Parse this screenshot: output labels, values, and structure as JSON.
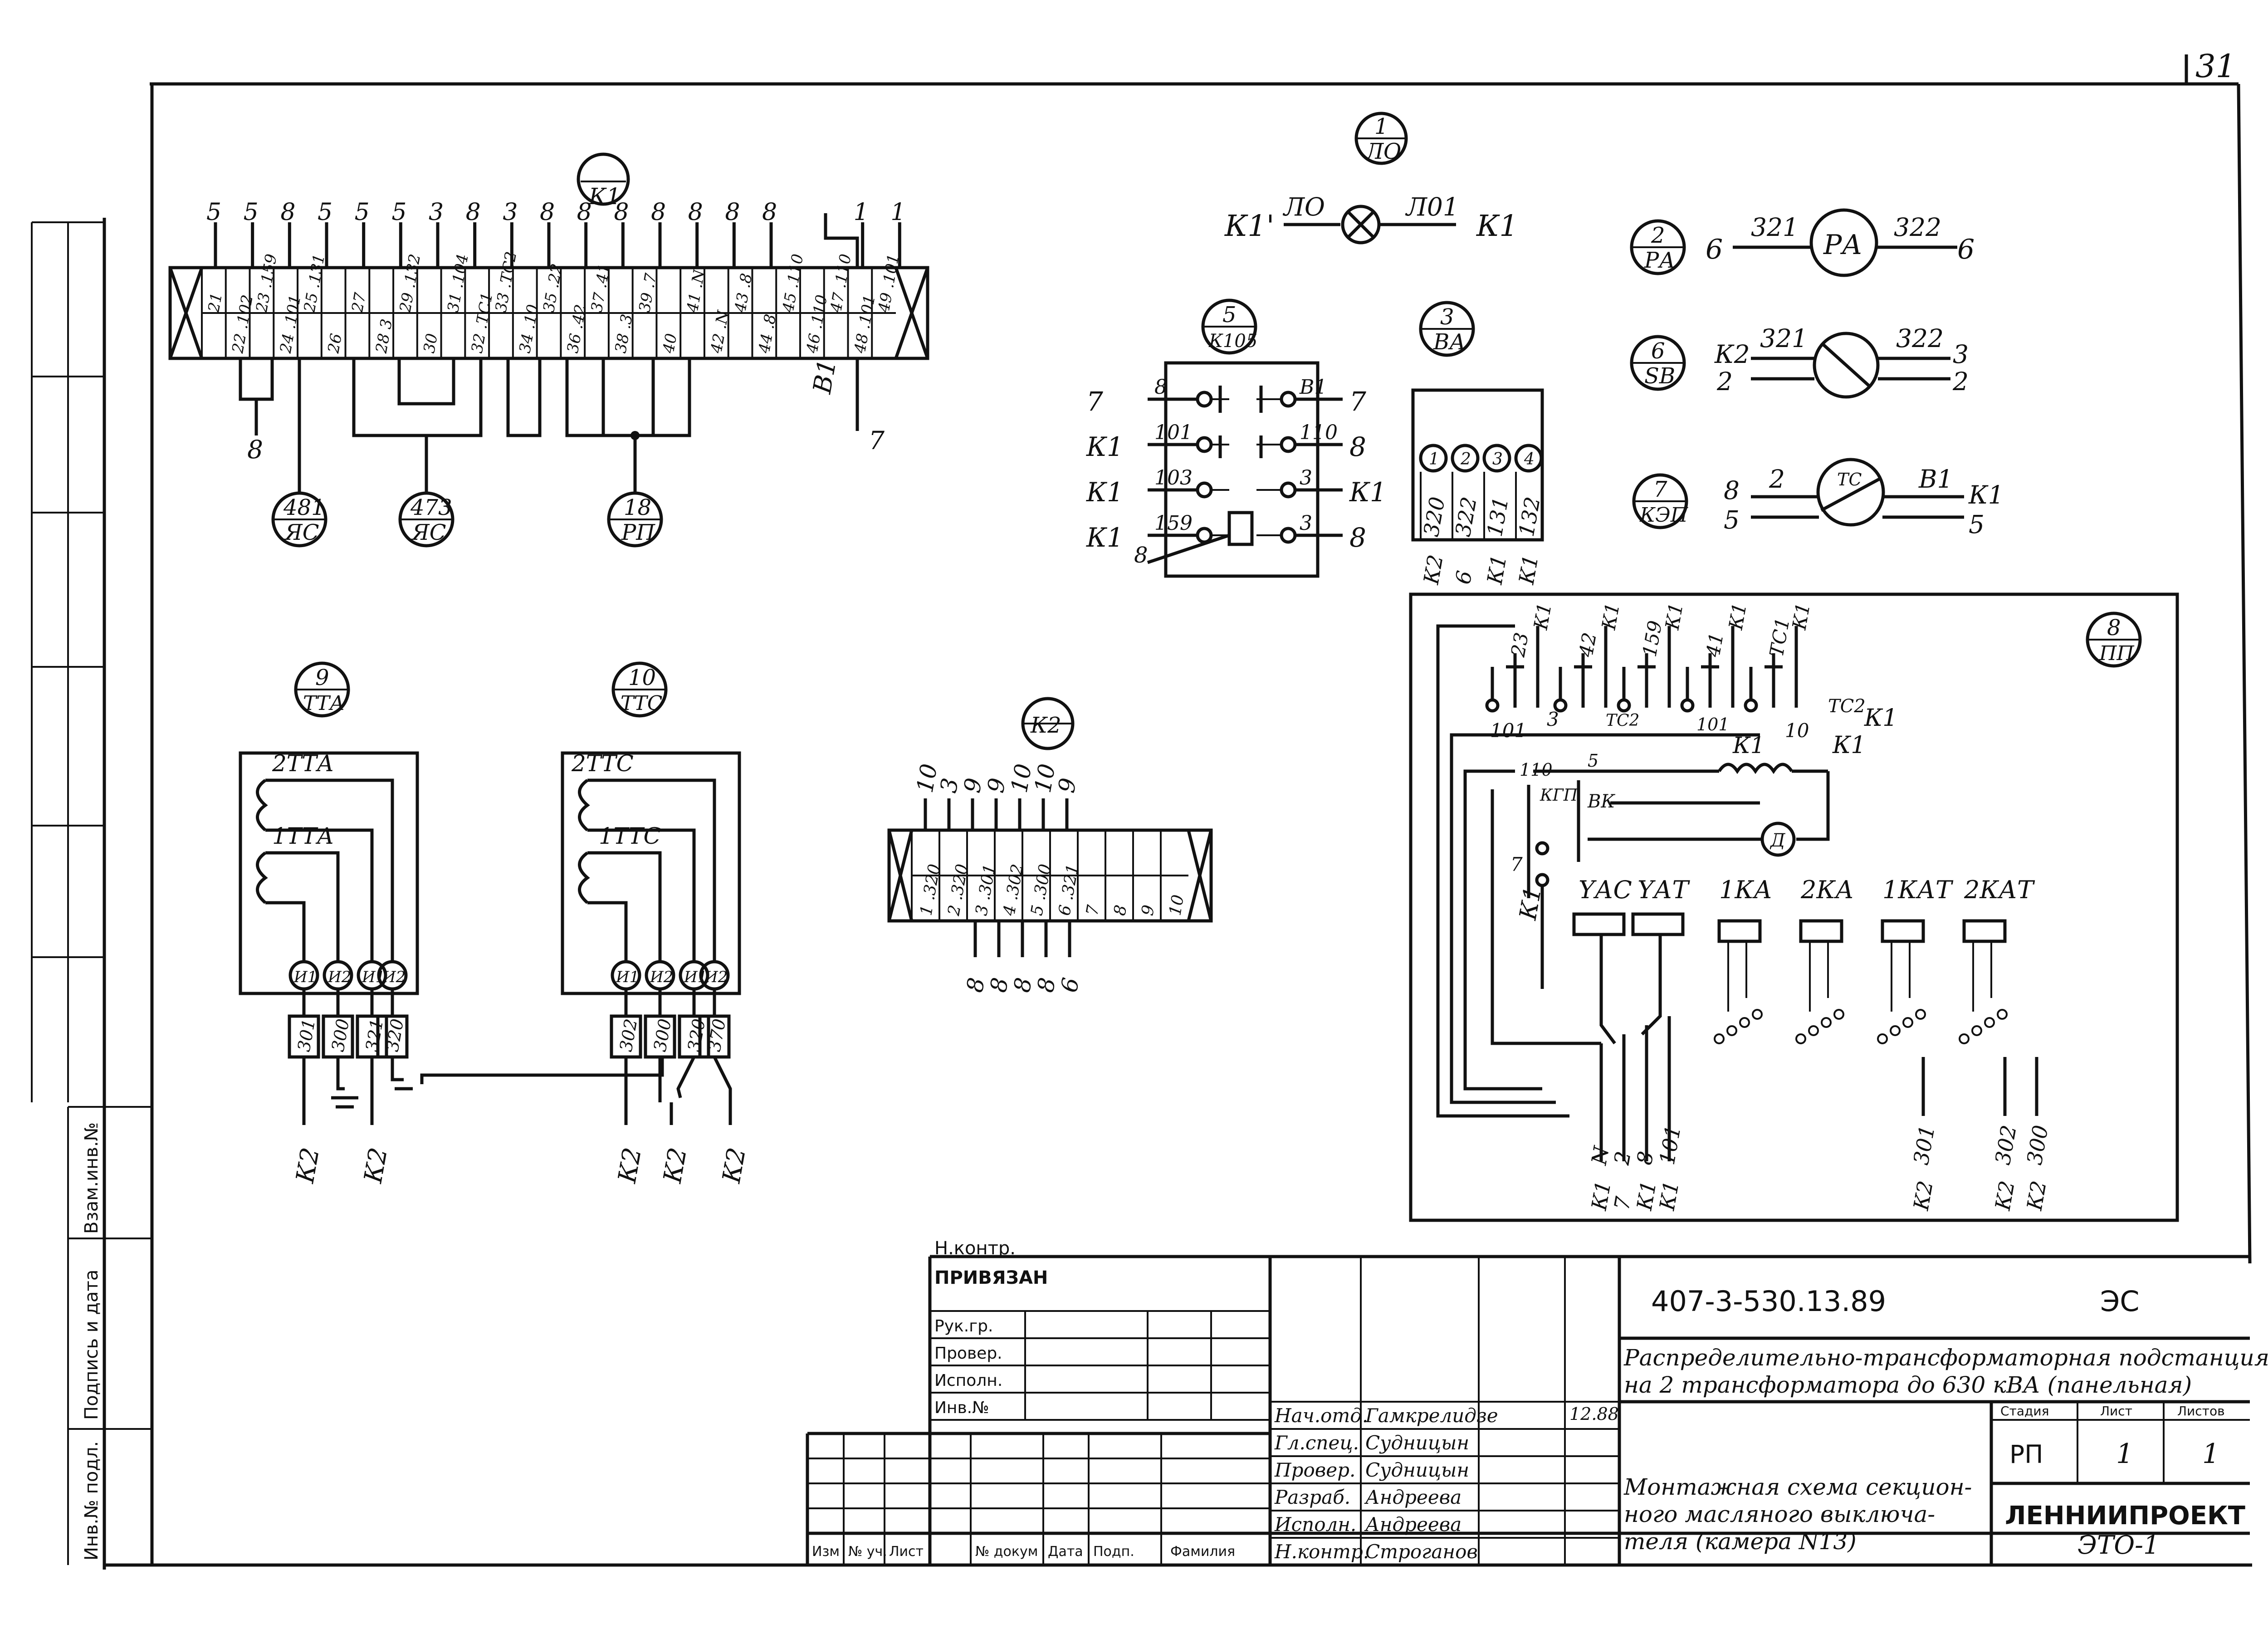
{
  "sheet": {
    "page_number": "31",
    "side_labels": [
      "Взам.инв.№",
      "Подпись и дата",
      "Инв.№ подл."
    ]
  },
  "k1": {
    "tag": "К1",
    "top": [
      "5",
      "5",
      "8",
      "5",
      "5",
      "5",
      "3",
      "8",
      "3",
      "8",
      "8",
      "8",
      "8",
      "8",
      "8",
      "8",
      "1",
      "1"
    ],
    "cells": [
      "21",
      "22 .102",
      "23 .159",
      "24 .101",
      "25 .131",
      "26",
      "27",
      "28 3",
      "29 .132",
      "30",
      "31 .104",
      "32 .ТС1",
      "33 .ТС2",
      "34 .10",
      "35 .22",
      "36 .42",
      "37 .41",
      "38 .3",
      "39 .7",
      "40",
      "41 .N",
      "42 .N",
      "43 .8",
      "44 .8",
      "45 .110",
      "46 .110",
      "47 .110",
      "48 .101",
      "49 .101"
    ],
    "left_lbl": "8",
    "b1_lbl": "В1",
    "b1_num": "7"
  },
  "bubbles": {
    "ys481": {
      "num": "481",
      "sub": "ЯС"
    },
    "ys473": {
      "num": "473",
      "sub": "ЯС"
    },
    "rp18": {
      "num": "18",
      "sub": "РП"
    },
    "lo1": {
      "num": "1",
      "sub": "ЛО"
    },
    "k105": {
      "num": "5",
      "sub": "К105"
    },
    "va3": {
      "num": "3",
      "sub": "ВА"
    },
    "pa2": {
      "num": "2",
      "sub": "РА"
    },
    "sb6": {
      "num": "6",
      "sub": "SB"
    },
    "kep7": {
      "num": "7",
      "sub": "КЭП"
    },
    "pp8": {
      "num": "8",
      "sub": "ПП"
    },
    "tta9": {
      "num": "9",
      "sub": "ТТА"
    },
    "ttc10": {
      "num": "10",
      "sub": "ТТС"
    },
    "k2": {
      "num": "",
      "sub": "К2"
    }
  },
  "lamp": {
    "left": "К1'",
    "w1": "ЛО",
    "w2": "Л01",
    "right": "К1"
  },
  "pa": {
    "left": "6",
    "w1": "321",
    "center": "РА",
    "w2": "322",
    "right": "6"
  },
  "sb": {
    "l1": "К2",
    "l2": "2",
    "w1": "321",
    "w2": "322",
    "r1": "3",
    "r2": "2"
  },
  "kep": {
    "l1": "8",
    "l2": "5",
    "w1": "2",
    "center": "ТС",
    "w2": "В1",
    "r1": "К1",
    "r2": "5"
  },
  "k105_block": {
    "left": [
      "7",
      "К1",
      "К1",
      "К1"
    ],
    "lwires": [
      "8",
      "101",
      "103",
      "159"
    ],
    "rwires": [
      "В1",
      "110",
      "3",
      "3"
    ],
    "right": [
      "7",
      "8",
      "К1",
      "8"
    ],
    "foot": "8"
  },
  "va_block": {
    "cells": [
      "1",
      "2",
      "3",
      "4"
    ],
    "wires": [
      "320",
      "322",
      "131",
      "132"
    ],
    "dest": [
      "К2",
      "6",
      "К1",
      "К1"
    ]
  },
  "ct_tta": {
    "top": "2ТТА",
    "mid": "1ТТА",
    "terms": [
      "И1",
      "И2",
      "И1",
      "И2"
    ],
    "wires": [
      "301",
      "300",
      "321",
      "320"
    ]
  },
  "ct_ttc": {
    "top": "2ТТС",
    "mid": "1ТТС",
    "terms": [
      "И1",
      "И2",
      "И1",
      "И2"
    ],
    "wires": [
      "302",
      "300",
      "320",
      "370"
    ]
  },
  "ct_dest": {
    "a1": "К2",
    "a2": "К2",
    "b1": "К2",
    "b2": "К2",
    "b3": "К2"
  },
  "k2_block": {
    "top": [
      "10",
      "3",
      "9",
      "9",
      "10",
      "10",
      "9"
    ],
    "cells": [
      "1 .320",
      "2 .320",
      "3 .301",
      "4 .302",
      "5 .300",
      "6 .321",
      "7",
      "8",
      "9",
      "10"
    ],
    "bottom": [
      "8",
      "8",
      "8",
      "8",
      "6"
    ]
  },
  "pp_block": {
    "contacts": [
      "23",
      "42",
      "159",
      "41",
      "ТС1"
    ],
    "dest_top": [
      "К1",
      "К1",
      "К1",
      "К1",
      "К1"
    ],
    "lbl_101a": "101",
    "lbl_3": "3",
    "lbl_tc2a": "ТС2",
    "lbl_101b": "101",
    "lbl_tc2b": "ТС2",
    "lbl_10": "10",
    "k1a": "К1",
    "k1b": "К1",
    "coil_k1": "К1",
    "coil_110": "110",
    "lbl_5": "5",
    "lbl_kgp": "КГП",
    "lbl_vk": "ВК",
    "lbl_7": "7",
    "lbl_k1c": "К1",
    "motor": "Д",
    "devices": [
      "YАС",
      "YАТ",
      "1КА",
      "2КА",
      "1КАТ",
      "2КАТ"
    ],
    "bottom_wires": [
      "N",
      "2",
      "8",
      "101",
      "301",
      "302",
      "300"
    ],
    "bottom_dest": [
      "К1",
      "7",
      "К1",
      "К1",
      "К2",
      "К2",
      "К2"
    ]
  },
  "title_block": {
    "nkontr": "Н.контр.",
    "privyazan": "ПРИВЯЗАН",
    "left_rows": [
      "Рук.гр.",
      "Провер.",
      "Исполн.",
      "Инв.№"
    ],
    "revision_headers": [
      "Изм",
      "№ уч.",
      "Лист",
      "№ докум",
      "Дата",
      "Подп.",
      "Фамилия"
    ],
    "roles": [
      "Нач.отд.",
      "Гл.спец.",
      "Провер.",
      "Разраб.",
      "Исполн.",
      "Н.контр."
    ],
    "names": [
      "Гамкрелидзе",
      "Судницын",
      "Судницын",
      "Андреева",
      "Андреева",
      "Строганов"
    ],
    "date": "12.88",
    "code": "407-3-530.13.89",
    "mark": "ЭС",
    "project": "Распределительно-трансформаторная подстанция на 2 трансформатора до 630 кВА (панельная)",
    "stage_h": "Стадия",
    "sheet_h": "Лист",
    "sheets_h": "Листов",
    "stage": "РП",
    "sheet_no": "1",
    "sheets": "1",
    "drawing": "Монтажная схема секционного масляного выключателя (камера N13)",
    "org": "ЛЕННИИПРОЕКТ",
    "dept": "ЭТО-1"
  }
}
